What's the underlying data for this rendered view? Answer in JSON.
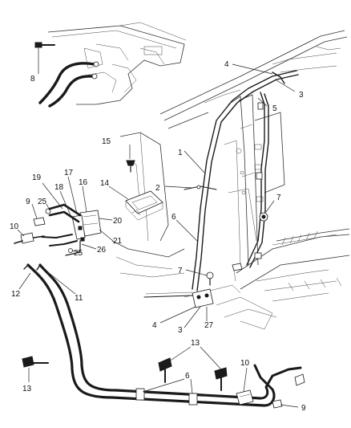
{
  "callouts": [
    {
      "id": "c8",
      "text": "8"
    },
    {
      "id": "c4a",
      "text": "4"
    },
    {
      "id": "c3a",
      "text": "3"
    },
    {
      "id": "c5",
      "text": "5"
    },
    {
      "id": "c1",
      "text": "1"
    },
    {
      "id": "c15",
      "text": "15"
    },
    {
      "id": "c2",
      "text": "2"
    },
    {
      "id": "c7a",
      "text": "7"
    },
    {
      "id": "c14",
      "text": "14"
    },
    {
      "id": "c19",
      "text": "19"
    },
    {
      "id": "c17",
      "text": "17"
    },
    {
      "id": "c18",
      "text": "18"
    },
    {
      "id": "c16",
      "text": "16"
    },
    {
      "id": "c9a",
      "text": "9"
    },
    {
      "id": "c25a",
      "text": "25"
    },
    {
      "id": "c6a",
      "text": "6"
    },
    {
      "id": "c20",
      "text": "20"
    },
    {
      "id": "c10a",
      "text": "10"
    },
    {
      "id": "c21",
      "text": "21"
    },
    {
      "id": "c26",
      "text": "26"
    },
    {
      "id": "c25b",
      "text": "25"
    },
    {
      "id": "c7b",
      "text": "7"
    },
    {
      "id": "c12",
      "text": "12"
    },
    {
      "id": "c11",
      "text": "11"
    },
    {
      "id": "c4b",
      "text": "4"
    },
    {
      "id": "c3b",
      "text": "3"
    },
    {
      "id": "c27",
      "text": "27"
    },
    {
      "id": "c13a",
      "text": "13"
    },
    {
      "id": "c10b",
      "text": "10"
    },
    {
      "id": "c6b",
      "text": "6"
    },
    {
      "id": "c13b",
      "text": "13"
    },
    {
      "id": "c9b",
      "text": "9"
    }
  ]
}
